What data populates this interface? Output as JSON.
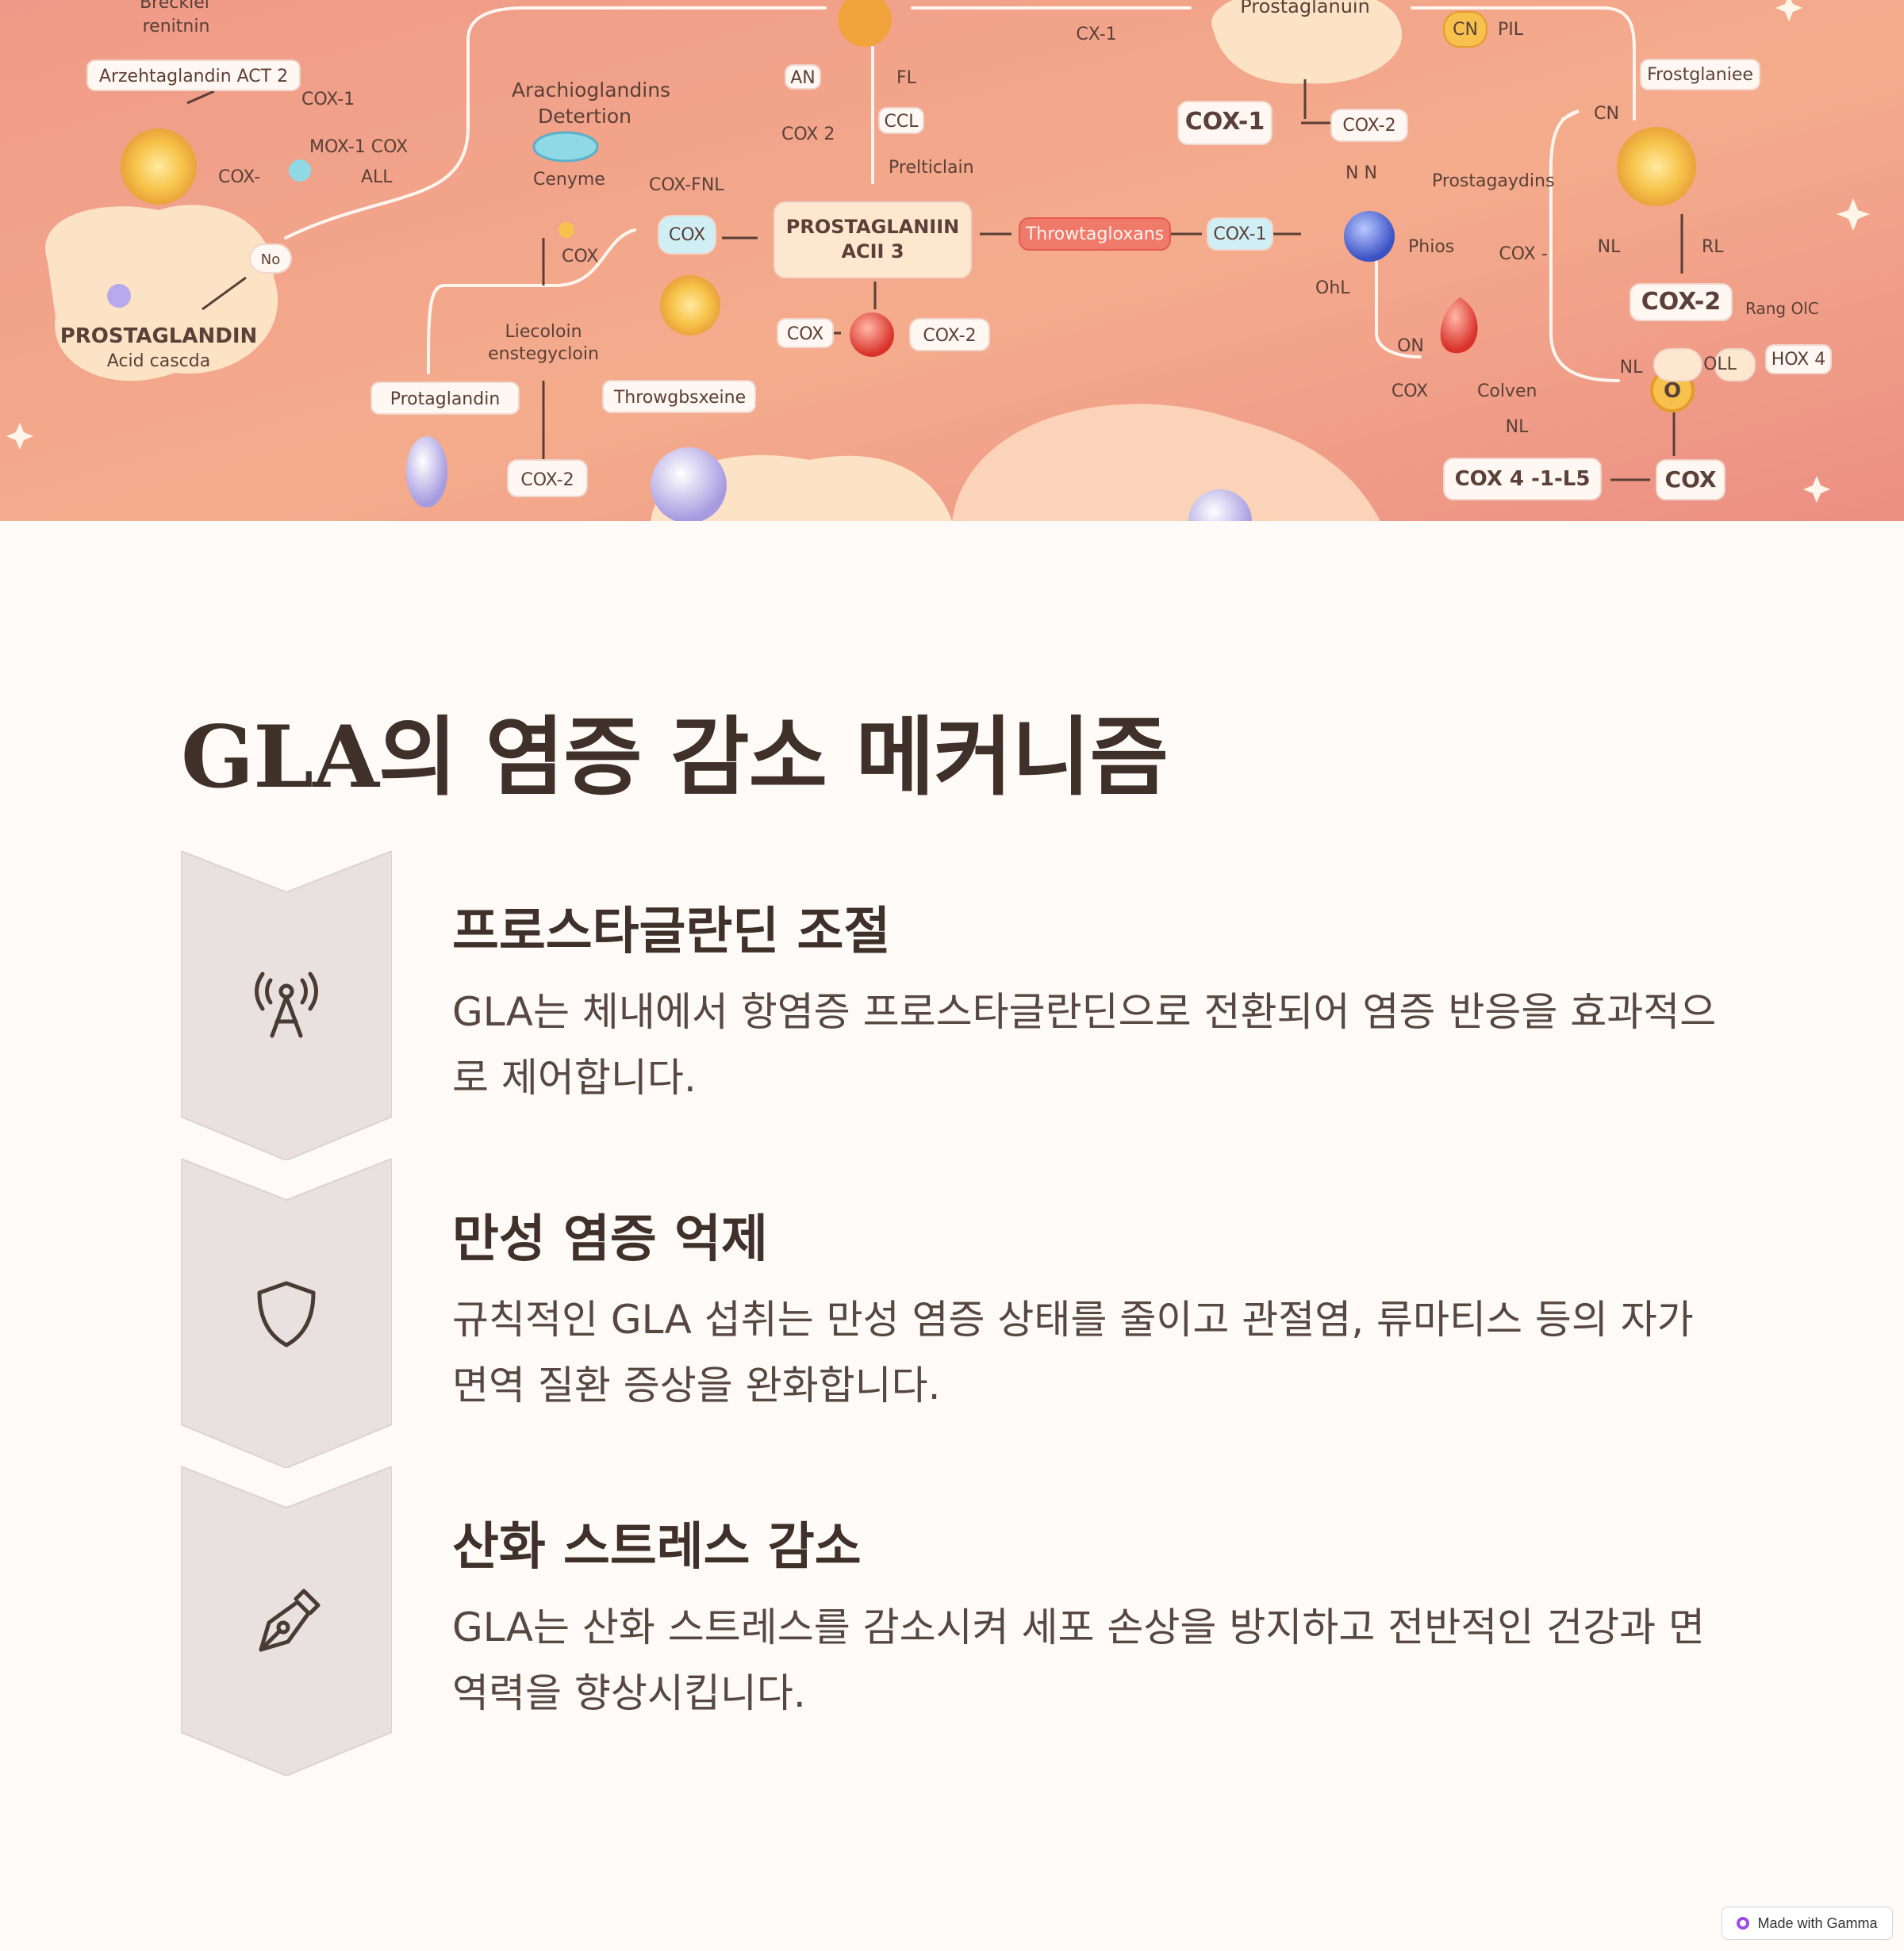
{
  "hero": {
    "labels": [
      "Brecklel renitnin",
      "Arzehtaglandin ACT 2",
      "COX-1",
      "MOX-1 COX",
      "ALL",
      "COX-",
      "No",
      "PROSTAGLANDIN",
      "Acid cascda",
      "Arachioglandins",
      "Detertion",
      "Cenyme",
      "COX-FNL",
      "COX",
      "Liecoloin",
      "enstegycloin",
      "Protaglandin",
      "COX-2",
      "Throwgbsxeine",
      "AN",
      "FL",
      "COX 2",
      "CCL",
      "Prelticlain",
      "PROSTAGLANIIN",
      "ACII 3",
      "Throwtagloxans",
      "COX-1",
      "COX-2",
      "Prostaglanuin",
      "CX-1",
      "CN",
      "PIL",
      "COX-1",
      "COX-2",
      "N N",
      "Prostagaydins",
      "Phios",
      "OhL",
      "ON",
      "COX",
      "Colven",
      "NL",
      "COX 4 -1-L5",
      "COX",
      "Frostglaniee",
      "CN",
      "NL",
      "RL",
      "COX-2",
      "Rang OlC",
      "OLL",
      "HOX 4",
      "NL",
      "O",
      "COX"
    ]
  },
  "title": "GLA의 염증 감소 메커니즘",
  "steps": [
    {
      "icon": "antenna-icon",
      "title": "프로스타글란딘 조절",
      "description": "GLA는 체내에서 항염증 프로스타글란딘으로 전환되어 염증 반응을 효과적으로 제어합니다."
    },
    {
      "icon": "shield-icon",
      "title": "만성 염증 억제",
      "description": "규칙적인 GLA 섭취는 만성 염증 상태를 줄이고 관절염, 류마티스 등의 자가면역 질환 증상을 완화합니다."
    },
    {
      "icon": "pen-nib-icon",
      "title": "산화 스트레스 감소",
      "description": "GLA는 산화 스트레스를 감소시켜 세포 손상을 방지하고 전반적인 건강과 면역력을 향상시킵니다."
    }
  ],
  "badge": {
    "label": "Made with Gamma"
  },
  "colors": {
    "background": "#fdfaf7",
    "hero_top": "#f2a08a",
    "chevron": "#e8e1df",
    "text": "#3f3029"
  }
}
